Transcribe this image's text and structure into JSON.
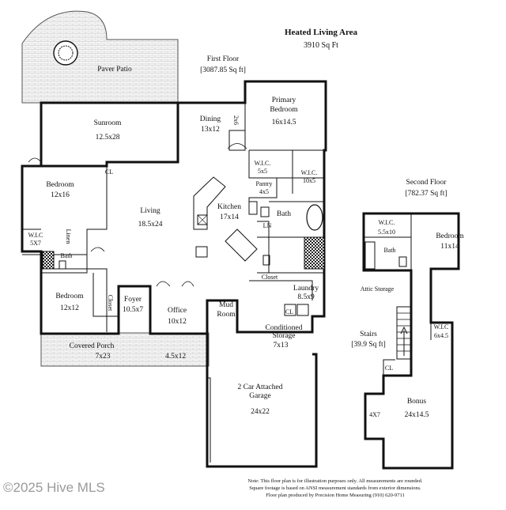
{
  "header": {
    "title": "Heated Living Area",
    "total": "3910 Sq Ft",
    "first_floor": "First Floor",
    "first_floor_area": "[3087.85 Sq ft]",
    "second_floor": "Second Floor",
    "second_floor_area": "[782.37 Sq ft]"
  },
  "rooms": {
    "paver_patio": "Paver Patio",
    "sunroom": "Sunroom",
    "sunroom_dim": "12.5x28",
    "dining": "Dining",
    "dining_dim": "13x12",
    "primary_bedroom": "Primary",
    "primary_bedroom2": "Bedroom",
    "primary_dim": "16x14.5",
    "closet_2x6": "2x6",
    "wic1": "W.I.C.",
    "wic1_dim": "5x5",
    "pantry": "Pantry",
    "pantry_dim": "4x5",
    "wic2": "W.I.C.",
    "wic2_dim": "10x5",
    "bedroom_left": "Bedroom",
    "bedroom_left_dim": "12x16",
    "cl_left": "CL",
    "living": "Living",
    "living_dim": "18.5x24",
    "kitchen": "Kitchen",
    "kitchen_dim": "17x14",
    "bath_primary": "Bath",
    "ln": "LN",
    "wic3": "W.I.C",
    "wic3_dim": "5X7",
    "linen": "Linen",
    "bath_left": "Bath",
    "closet_mid": "Closet",
    "laundry": "Laundry",
    "laundry_dim": "8.5x9",
    "cl_laundry": "CL",
    "bedroom_lower": "Bedroom",
    "bedroom_lower_dim": "12x12",
    "closet_lower": "Closet",
    "foyer": "Foyer",
    "foyer_dim": "10.5x7",
    "office": "Office",
    "office_dim": "10x12",
    "mud_room": "Mud",
    "mud_room2": "Room",
    "cond_storage": "Conditioned",
    "cond_storage2": "Storage",
    "cond_storage_dim": "7x13",
    "covered_porch": "Covered Porch",
    "covered_porch_dim": "7x23",
    "porch_side_dim": "4.5x12",
    "garage": "2 Car Attached",
    "garage2": "Garage",
    "garage_dim": "24x22",
    "wic4": "W.I.C.",
    "wic4_dim": "5.5x10",
    "bedroom_upper": "Bedroom",
    "bedroom_upper_dim": "11x14",
    "bath_upper": "Bath",
    "attic": "Attic Storage",
    "stairs": "Stairs",
    "stairs_dim": "[39.9 Sq ft]",
    "wic5": "W.I.C",
    "wic5_dim": "6x4.5",
    "cl_upper": "CL",
    "bonus": "Bonus",
    "bonus_dim": "24x14.5",
    "nook_dim": "4X7"
  },
  "notes": {
    "line1": "Note: This floor plan is for illustration purposes only. All measurements are rounded.",
    "line2": "Square footage is based on ANSI measurement standards from exterior dimensions.",
    "line3": "Floor plan produced by Precision Home Measuring (910) 620-9711"
  },
  "watermark": "©2025 Hive MLS"
}
